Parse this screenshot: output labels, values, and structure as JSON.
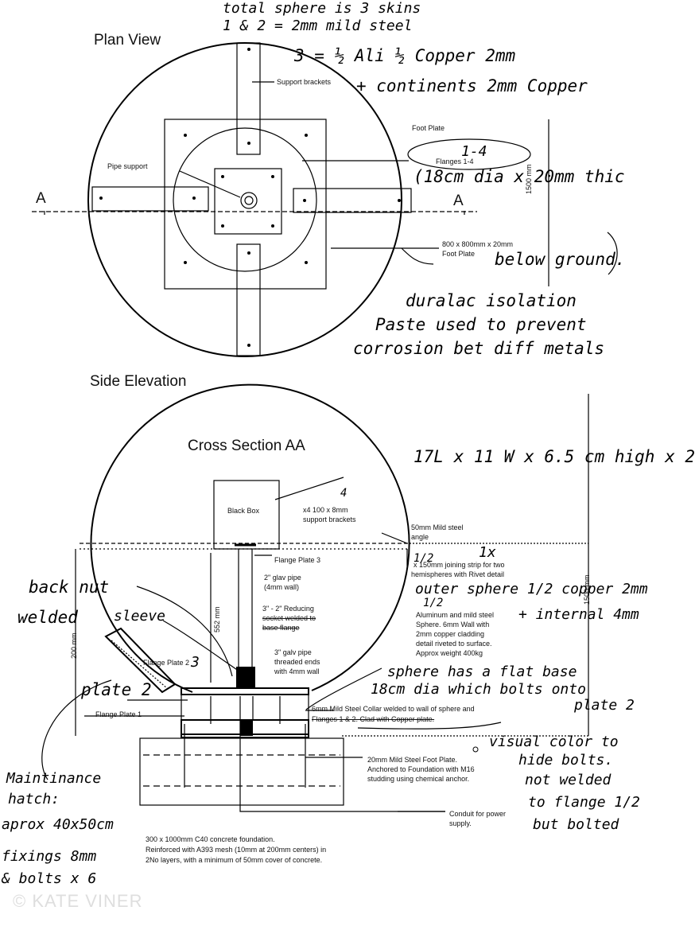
{
  "plan_view": {
    "title": "Plan View",
    "section_marker_left": "A",
    "section_marker_right": "A",
    "labels": {
      "support_brackets": "Support brackets",
      "foot_plate": "Foot Plate",
      "pipe_support": "Pipe support",
      "flanges": "Flanges 1-4",
      "diameter": "1500 mm",
      "foot_plate_spec_1": "800 x 800mm x 20mm",
      "foot_plate_spec_2": "Foot Plate"
    }
  },
  "side_elevation": {
    "title": "Side Elevation",
    "section_title": "Cross Section AA",
    "labels": {
      "black_box": "Black Box",
      "brackets_1": "x4 100 x 8mm",
      "brackets_2": "support brackets",
      "angle_1": "50mm Mild steel",
      "angle_2": "angle",
      "flange_plate_3": "Flange Plate 3",
      "joining_1": "x 150mm joining strip for two",
      "joining_2": "hemispheres with Rivet detail",
      "glav_pipe_1": "2\" glav pipe",
      "glav_pipe_2": "(4mm wall)",
      "dim_552": "552 mm",
      "socket_1": "3\" - 2\" Reducing",
      "socket_2": "socket welded to",
      "socket_3": "base flange",
      "galv_1": "3\" galv pipe",
      "galv_2": "threaded ends",
      "galv_3": "with 4mm wall",
      "sphere_1": "Aluminum and mild steel",
      "sphere_2": "Sphere. 6mm Wall with",
      "sphere_3": "2mm copper cladding",
      "sphere_4": "detail riveted to surface.",
      "sphere_5": "Approx weight 400kg",
      "dim_1500": "1500 mm",
      "dim_200": "200 mm",
      "flange_plate_2": "Flange Plate 2",
      "flange_plate_1": "Flange Plate 1",
      "collar_1": "6mm Mild Steel Collar welded to wall of sphere and",
      "collar_2": "Flanges 1 & 2. Clad with Copper plate.",
      "footplate_1": "20mm Mild Steel Foot Plate.",
      "footplate_2": "Anchored to Foundation with M16",
      "footplate_3": "studding using chemical anchor.",
      "conduit_1": "Conduit for power",
      "conduit_2": "supply.",
      "foundation_1": "300 x 1000mm C40 concrete foundation.",
      "foundation_2": "Reinforced with A393 mesh (10mm at 200mm centers) in",
      "foundation_3": "2No layers, with a minimum of 50mm cover of concrete."
    }
  },
  "handwritten": {
    "line_1": "total sphere is 3 skins",
    "line_2": "1 & 2 = 2mm mild steel",
    "line_3": "3 = ½ Ali ½ Copper 2mm",
    "line_4": "+ continents 2mm Copper",
    "flange_dia_1": "1-4",
    "flange_dia_2": "(18cm dia x 20mm thic",
    "below_ground": "below ground.",
    "duralac_1": "duralac isolation",
    "duralac_2": "Paste used to prevent",
    "duralac_3": "corrosion bet diff metals",
    "box_size": "17L x 11 W x 6.5 cm high x 2",
    "bracket_num": "4",
    "joint_x": "1x",
    "joint_half": "1/2",
    "outer_sphere": "outer sphere 1/2 copper 2mm",
    "outer_half": "1/2",
    "internal": "+ internal 4mm",
    "back_nut": "back nut",
    "welded": "welded",
    "sleeve": "sleeve",
    "plate_3": "3",
    "plate_2": "plate 2",
    "flat_base_1": "sphere has a flat base",
    "flat_base_2": "18cm dia which bolts onto",
    "flat_base_3": "plate 2",
    "visual_1": "visual color to",
    "visual_2": "hide bolts.",
    "visual_3": "not welded",
    "visual_4": "to flange 1/2",
    "visual_5": "but bolted",
    "hatch_1": "Maintinance",
    "hatch_2": "hatch:",
    "hatch_3": "aprox 40x50cm",
    "hatch_4": "fixings 8mm",
    "hatch_5": "& bolts x 6"
  },
  "watermark": "© KATE VINER"
}
